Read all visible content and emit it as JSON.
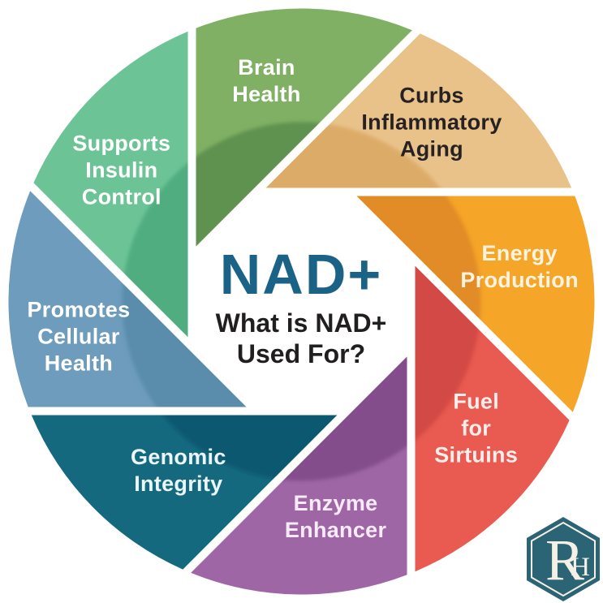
{
  "center": {
    "title": "NAD+",
    "subtitle": "What is NAD+\nUsed For?",
    "title_color": "#1b6386",
    "subtitle_color": "#211e1f"
  },
  "segments": [
    {
      "id": "brain-health",
      "label": "Brain\nHealth",
      "color": "#80b063",
      "shade": "#5f9150",
      "text_color": "#ffffff"
    },
    {
      "id": "curbs-inflammatory-aging",
      "label": "Curbs\nInflammatory\nAging",
      "color": "#e9c28a",
      "shade": "#dcab68",
      "text_color": "#262223"
    },
    {
      "id": "energy-production",
      "label": "Energy\nProduction",
      "color": "#f5a527",
      "shade": "#e18c26",
      "text_color": "#fdf3df"
    },
    {
      "id": "fuel-for-sirtuins",
      "label": "Fuel\nfor\nSirtuins",
      "color": "#e95a50",
      "shade": "#d34a44",
      "text_color": "#fdeeec"
    },
    {
      "id": "enzyme-enhancer",
      "label": "Enzyme\nEnhancer",
      "color": "#9e66a5",
      "shade": "#834e8b",
      "text_color": "#f7ebf7"
    },
    {
      "id": "genomic-integrity",
      "label": "Genomic\nIntegrity",
      "color": "#15697f",
      "shade": "#0c5871",
      "text_color": "#eaf6f8"
    },
    {
      "id": "promotes-cellular-health",
      "label": "Promotes\nCellular\nHealth",
      "color": "#6d9cbd",
      "shade": "#5a8cab",
      "text_color": "#ffffff"
    },
    {
      "id": "supports-insulin-control",
      "label": "Supports\nInsulin\nControl",
      "color": "#6cc496",
      "shade": "#4fad80",
      "text_color": "#ffffff"
    }
  ],
  "logo": {
    "letter_primary": "R",
    "letter_secondary": "H",
    "hex_color": "#2b6474",
    "letter_color": "#f5f0e5"
  }
}
